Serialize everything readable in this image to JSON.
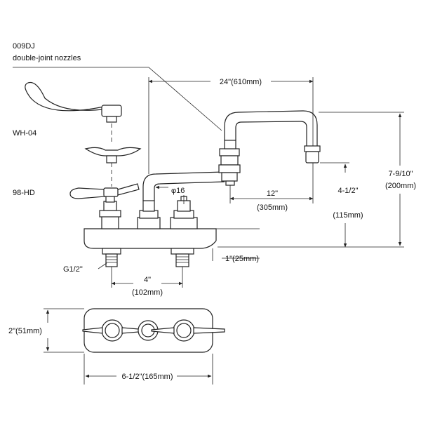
{
  "labels": {
    "model_code": "009DJ",
    "model_desc": "double-joint  nozzles",
    "handle_wh": "WH-04",
    "handle_hd": "98-HD",
    "pipe_diameter": "φ16",
    "thread": "G1/2\""
  },
  "dimensions": {
    "spout_reach": "24\"(610mm)",
    "nozzle_reach_in": "12\"",
    "nozzle_reach_mm": "(305mm)",
    "outlet_height_in": "4-1/2\"",
    "outlet_height_mm": "(115mm)",
    "total_height_in": "7-9/10\"",
    "total_height_mm": "(200mm)",
    "deck_thickness": "1\"(25mm)",
    "center_in": "4\"",
    "center_mm": "(102mm)",
    "base_depth": "2\"(51mm)",
    "base_width": "6-1/2\"(165mm)"
  }
}
